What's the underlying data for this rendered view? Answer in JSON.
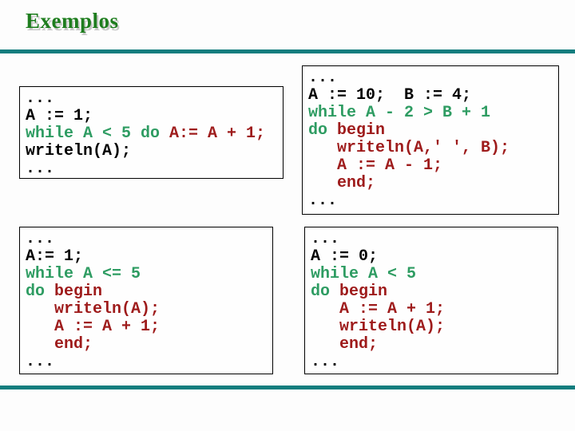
{
  "title": "Exemplos",
  "colors": {
    "background": "#fdfdfd",
    "title_green": "#1e7d1e",
    "title_shadow": "#c8c8c8",
    "teal": "#127d7e",
    "box_border": "#000000",
    "code_black": "#000000",
    "code_green": "#2e9c62",
    "code_red": "#9e1b1b"
  },
  "code_boxes": [
    {
      "id": "top-left",
      "lines": [
        [
          {
            "t": "...",
            "c": "black"
          }
        ],
        [
          {
            "t": "A := 1;",
            "c": "black"
          }
        ],
        [
          {
            "t": "while A < 5 do ",
            "c": "green"
          },
          {
            "t": "A:= A + 1;",
            "c": "red"
          }
        ],
        [
          {
            "t": "writeln(A);",
            "c": "black"
          }
        ],
        [
          {
            "t": "...",
            "c": "black"
          }
        ]
      ]
    },
    {
      "id": "top-right",
      "lines": [
        [
          {
            "t": "...",
            "c": "black"
          }
        ],
        [
          {
            "t": "A := 10;  B := 4;",
            "c": "black"
          }
        ],
        [
          {
            "t": "while A - 2 > B + 1",
            "c": "green"
          }
        ],
        [
          {
            "t": "do ",
            "c": "green"
          },
          {
            "t": "begin",
            "c": "red"
          }
        ],
        [
          {
            "t": "   writeln(A,' ', B);",
            "c": "red"
          }
        ],
        [
          {
            "t": "   A := A - 1;",
            "c": "red"
          }
        ],
        [
          {
            "t": "   end;",
            "c": "red"
          }
        ],
        [
          {
            "t": "...",
            "c": "black"
          }
        ]
      ]
    },
    {
      "id": "bottom-left",
      "lines": [
        [
          {
            "t": "...",
            "c": "black"
          }
        ],
        [
          {
            "t": "A:= 1;",
            "c": "black"
          }
        ],
        [
          {
            "t": "while A <= 5",
            "c": "green"
          }
        ],
        [
          {
            "t": "do ",
            "c": "green"
          },
          {
            "t": "begin",
            "c": "red"
          }
        ],
        [
          {
            "t": "   writeln(A);",
            "c": "red"
          }
        ],
        [
          {
            "t": "   A := A + 1;",
            "c": "red"
          }
        ],
        [
          {
            "t": "   end;",
            "c": "red"
          }
        ],
        [
          {
            "t": "...",
            "c": "black"
          }
        ]
      ]
    },
    {
      "id": "bottom-right",
      "lines": [
        [
          {
            "t": "...",
            "c": "black"
          }
        ],
        [
          {
            "t": "A := 0;",
            "c": "black"
          }
        ],
        [
          {
            "t": "while A < 5",
            "c": "green"
          }
        ],
        [
          {
            "t": "do ",
            "c": "green"
          },
          {
            "t": "begin",
            "c": "red"
          }
        ],
        [
          {
            "t": "   A := A + 1;",
            "c": "red"
          }
        ],
        [
          {
            "t": "   writeln(A);",
            "c": "red"
          }
        ],
        [
          {
            "t": "   end;",
            "c": "red"
          }
        ],
        [
          {
            "t": "...",
            "c": "black"
          }
        ]
      ]
    }
  ]
}
